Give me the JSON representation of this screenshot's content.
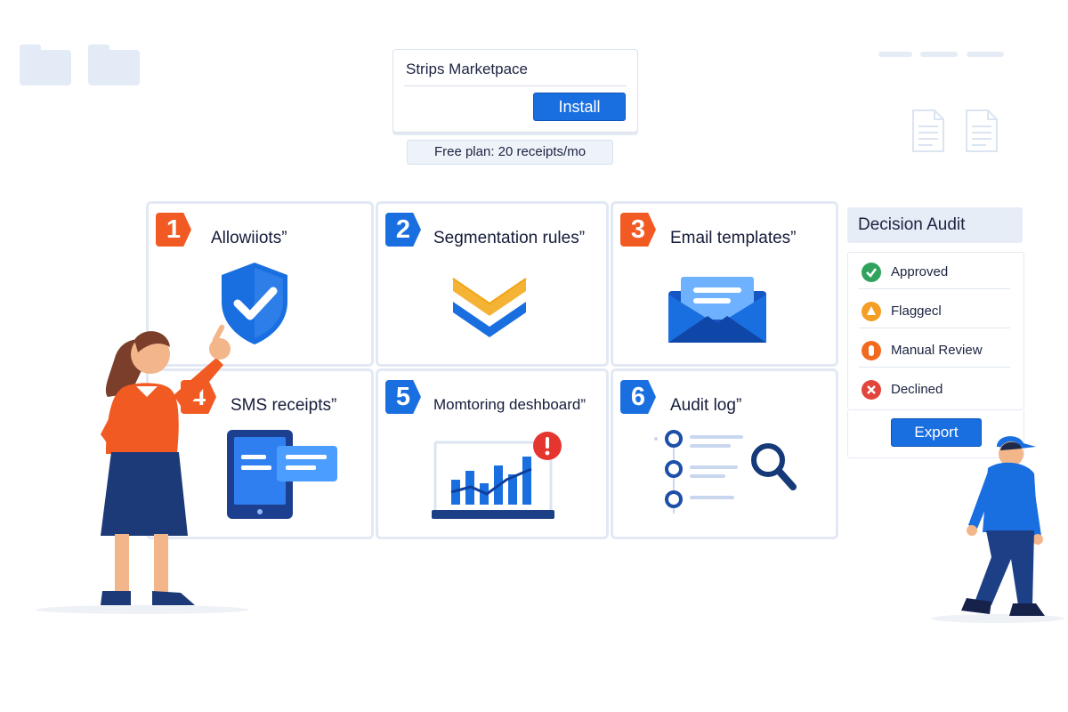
{
  "marketplace": {
    "title": "Strips Marketpace",
    "install_label": "Install",
    "plan_label": "Free plan: 20 receipts/mo"
  },
  "features": [
    {
      "number": "1",
      "title": "Allowiiots”",
      "icon": "shield-check-icon",
      "badge_color": "#f15a22"
    },
    {
      "number": "2",
      "title": "Segmentation rules”",
      "icon": "stacked-layers-icon",
      "badge_color": "#1a6fe0"
    },
    {
      "number": "3",
      "title": "Email templates”",
      "icon": "envelope-icon",
      "badge_color": "#f15a22"
    },
    {
      "number": "4",
      "title": "SMS receipts”",
      "icon": "phone-message-icon",
      "badge_color": "#f15a22"
    },
    {
      "number": "5",
      "title": "Momtoring deshboard”",
      "icon": "chart-alert-icon",
      "badge_color": "#1a6fe0"
    },
    {
      "number": "6",
      "title": "Audit  log”",
      "icon": "log-search-icon",
      "badge_color": "#1a6fe0"
    }
  ],
  "audit": {
    "title": "Decision Audit",
    "rows": [
      {
        "label": "Approved",
        "icon": "check-circle-icon",
        "color": "#2fa35c"
      },
      {
        "label": "Flaggecl",
        "icon": "warning-circle-icon",
        "color": "#f59e25"
      },
      {
        "label": "Manual Review",
        "icon": "hand-circle-icon",
        "color": "#f06a1f"
      },
      {
        "label": "Declined",
        "icon": "x-circle-icon",
        "color": "#e2453c"
      }
    ],
    "export_label": "Export"
  },
  "colors": {
    "accent_blue": "#1a6fe0",
    "accent_orange": "#f15a22",
    "panel_bg": "#e6edf7"
  }
}
